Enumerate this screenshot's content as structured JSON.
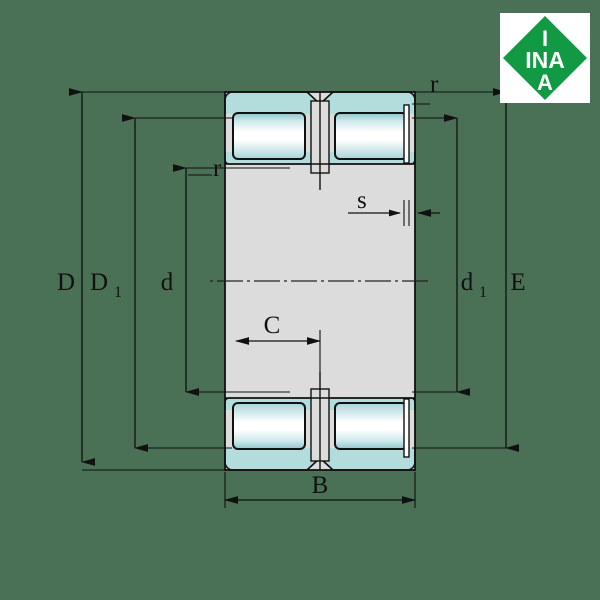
{
  "page": {
    "title": "INA bearing cross-section technical drawing",
    "background_color": "#4a7056",
    "drawing_area_color": "#4a7056"
  },
  "logo": {
    "name": "INA",
    "line1": "I",
    "line2": "INA",
    "line3": "A",
    "background_color": "#ffffff",
    "diamond_color": "#119944",
    "text_color": "#ffffff"
  },
  "drawing": {
    "type": "bearing-cross-section",
    "colors": {
      "outer_ring": "#b3dcdc",
      "ring_gray": "#dcdcdc",
      "roller_light": "#ffffff",
      "roller_teal": "#9dcfd3",
      "outline": "#111111",
      "centerline": "#222222"
    }
  },
  "dimensions": {
    "left": [
      {
        "id": "D",
        "label": "D",
        "sub": ""
      },
      {
        "id": "D1",
        "label": "D",
        "sub": "1"
      },
      {
        "id": "d",
        "label": "d",
        "sub": ""
      }
    ],
    "right": [
      {
        "id": "d1",
        "label": "d",
        "sub": "1"
      },
      {
        "id": "E",
        "label": "E",
        "sub": ""
      }
    ],
    "bottom": [
      {
        "id": "C",
        "label": "C",
        "sub": ""
      },
      {
        "id": "B",
        "label": "B",
        "sub": ""
      }
    ],
    "callouts": [
      {
        "id": "r-top-right",
        "label": "r",
        "sub": ""
      },
      {
        "id": "r-left",
        "label": "r",
        "sub": ""
      },
      {
        "id": "s",
        "label": "s",
        "sub": ""
      }
    ]
  }
}
